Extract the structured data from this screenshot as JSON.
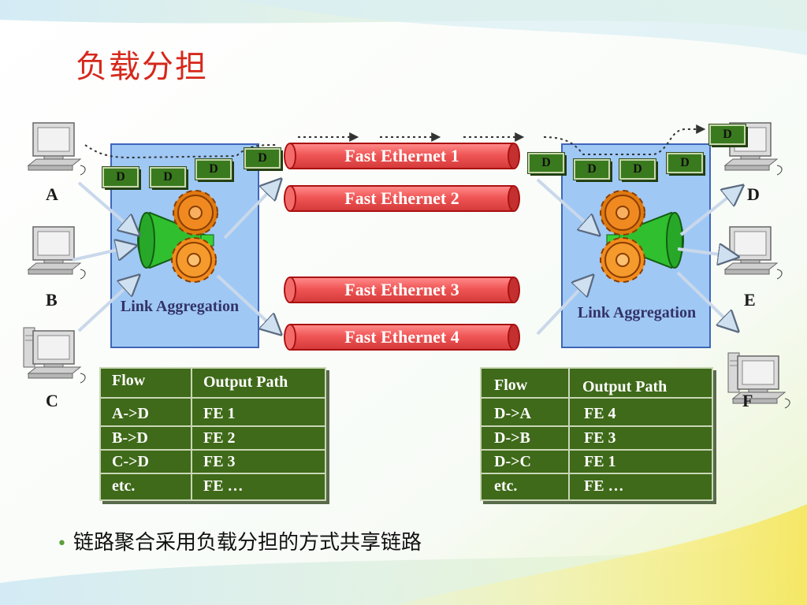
{
  "title": "负载分担",
  "hosts": {
    "A": "A",
    "B": "B",
    "C": "C",
    "D": "D",
    "E": "E",
    "F": "F"
  },
  "aggregation": {
    "left_label": "Link Aggregation",
    "right_label": "Link Aggregation"
  },
  "links": [
    "Fast Ethernet 1",
    "Fast Ethernet 2",
    "Fast Ethernet 3",
    "Fast Ethernet 4"
  ],
  "packet_label": "D",
  "left_table": {
    "headers": [
      "Flow",
      "Output Path"
    ],
    "rows": [
      [
        "A->D",
        "FE 1"
      ],
      [
        "B->D",
        "FE 2"
      ],
      [
        "C->D",
        "FE 3"
      ],
      [
        "etc.",
        "FE …"
      ]
    ]
  },
  "right_table": {
    "headers": [
      "Flow",
      "Output Path"
    ],
    "rows": [
      [
        "D->A",
        "FE 4"
      ],
      [
        "D->B",
        "FE 3"
      ],
      [
        "D->C",
        "FE 1"
      ],
      [
        "etc.",
        "FE …"
      ]
    ]
  },
  "bullet": "链路聚合采用负载分担的方式共享链路",
  "colors": {
    "title": "#d6281b",
    "box": "#9fc8f5",
    "table": "#3f6a19",
    "link": "#f05656",
    "packet": "#3a7a1e"
  }
}
